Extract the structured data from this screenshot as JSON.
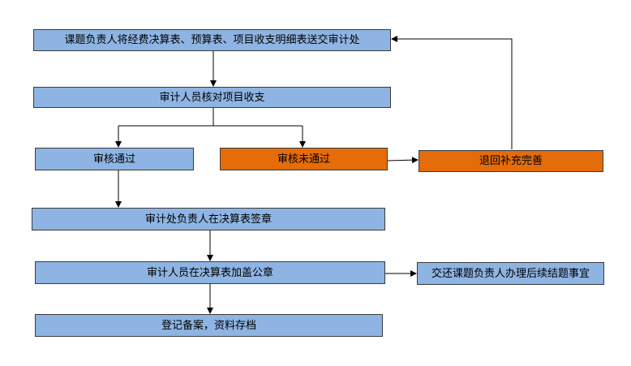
{
  "colors": {
    "box_blue": "#8eb4e3",
    "box_orange": "#e46c0a",
    "arrow": "#000000",
    "background": "#ffffff"
  },
  "nodes": {
    "submit": "课题负责人将经费决算表、预算表、项目收支明细表送交审计处",
    "review": "审计人员核对项目收支",
    "approved": "审核通过",
    "rejected": "审核未通过",
    "return_supplement": "退回补充完善",
    "director_sign": "审计处负责人在决算表签章",
    "official_seal": "审计人员在决算表加盖公章",
    "handover": "交还课题负责人办理后续结题事宜",
    "archive": "登记备案，资料存档"
  }
}
